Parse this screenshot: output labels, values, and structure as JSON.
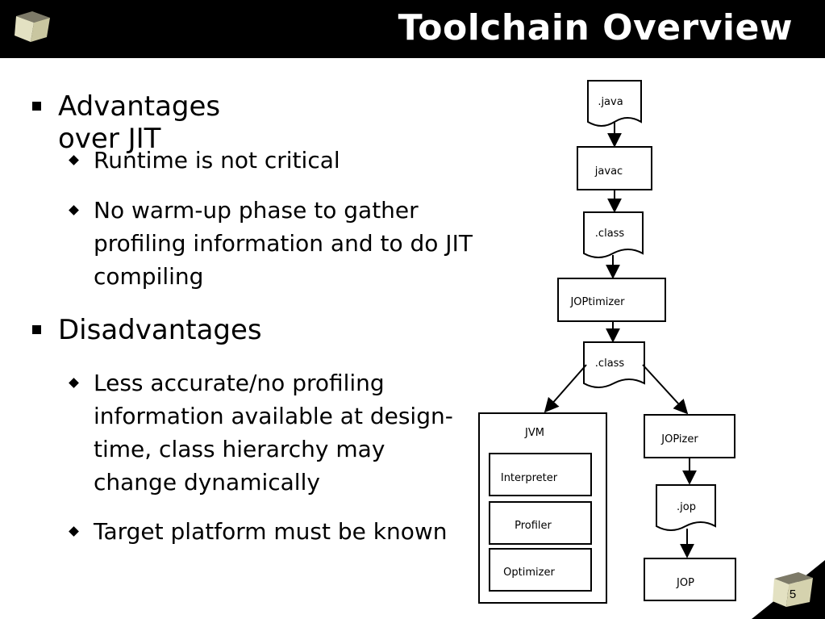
{
  "slide": {
    "title": "Toolchain Overview",
    "page_number": "5"
  },
  "bullets": {
    "advantages": {
      "heading": "Advantages over JIT",
      "items": [
        "Runtime is not critical",
        "No warm-up phase to gather profiling information and to do JIT compiling"
      ]
    },
    "disadvantages": {
      "heading": "Disadvantages",
      "items": [
        "Less accurate/no profiling information available at design-time, class hierarchy may change dynamically",
        "Target platform must be known"
      ]
    }
  },
  "diagram": {
    "java": ".java",
    "javac": "javac",
    "class1": ".class",
    "joptimizer": "JOPtimizer",
    "class2": ".class",
    "jvm": "JVM",
    "interpreter": "Interpreter",
    "profiler": "Profiler",
    "optimizer": "Optimizer",
    "jopizer": "JOPizer",
    "jop_file": ".jop",
    "jop": "JOP"
  }
}
